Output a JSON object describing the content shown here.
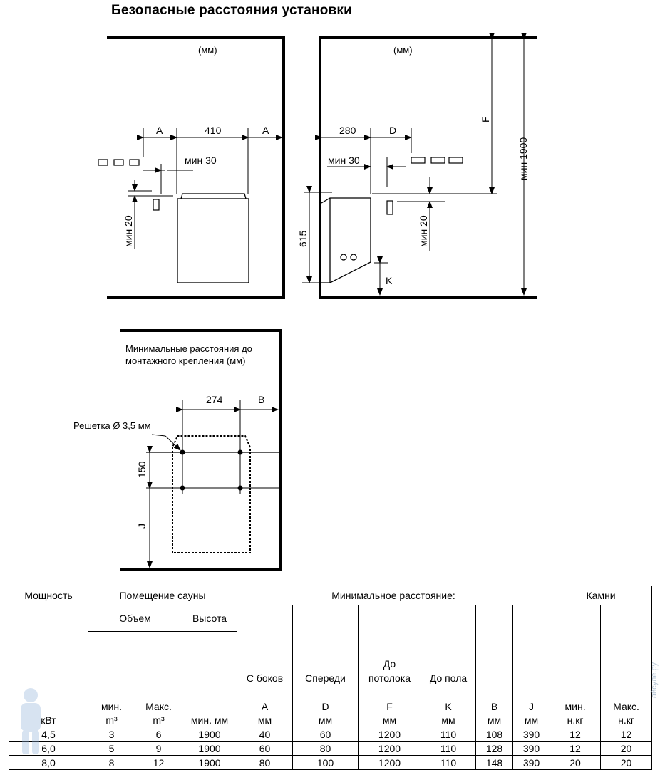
{
  "title": "Безопасные расстояния  установки",
  "diagrams": {
    "front": {
      "units": "(мм)",
      "width": "410",
      "side_left": "A",
      "side_right": "A",
      "min_30": "мин 30",
      "min_20": "мин 20"
    },
    "side": {
      "units": "(мм)",
      "depth": "280",
      "front": "D",
      "min_30": "мин 30",
      "min_20": "мин 20",
      "height": "615",
      "floor": "K",
      "ceiling": "F",
      "min_1900": "мин 1900"
    },
    "mount": {
      "note_line1": "Минимальные расстояния до",
      "note_line2": "монтажного крепления (мм)",
      "grille": "Решетка  Ø 3,5 мм",
      "spacing": "274",
      "side": "B",
      "vertical": "150",
      "floor": "J"
    }
  },
  "table": {
    "h_power": "Мощность",
    "h_room": "Помещение сауны",
    "h_min_dist": "Минимальное расстояние:",
    "h_stones": "Камни",
    "h_volume": "Объем",
    "h_height": "Высота",
    "c_min": "мин.",
    "c_max": "Макс.",
    "c_sides": "С боков",
    "c_front": "Спереди",
    "c_ceiling_1": "До",
    "c_ceiling_2": "потолока",
    "c_floor": "До пола",
    "l_A": "A",
    "l_D": "D",
    "l_F": "F",
    "l_K": "K",
    "l_B": "B",
    "l_J": "J",
    "st_min": "мин.",
    "st_max": "Макс.",
    "u_kw": "кВт",
    "u_m3": "m³",
    "u_min_mm": "мин. мм",
    "u_mm": "мм",
    "u_kg": "н.кг",
    "rows": [
      {
        "kw": "4,5",
        "vmin": "3",
        "vmax": "6",
        "h": "1900",
        "a": "40",
        "d": "60",
        "f": "1200",
        "k": "110",
        "b": "108",
        "j": "390",
        "smin": "12",
        "smax": "12"
      },
      {
        "kw": "6,0",
        "vmin": "5",
        "vmax": "9",
        "h": "1900",
        "a": "60",
        "d": "80",
        "f": "1200",
        "k": "110",
        "b": "128",
        "j": "390",
        "smin": "12",
        "smax": "20"
      },
      {
        "kw": "8,0",
        "vmin": "8",
        "vmax": "12",
        "h": "1900",
        "a": "80",
        "d": "100",
        "f": "1200",
        "k": "110",
        "b": "148",
        "j": "390",
        "smin": "20",
        "smax": "20"
      }
    ]
  },
  "watermark": "айсуле.ру"
}
